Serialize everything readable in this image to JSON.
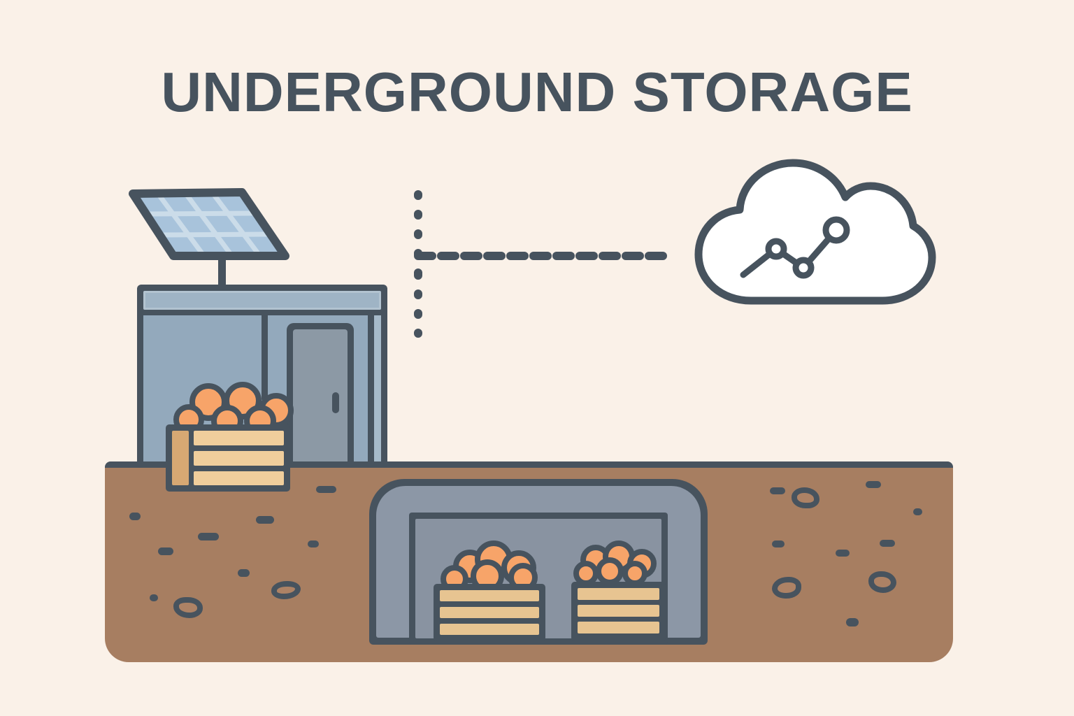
{
  "title": "UNDERGROUND STORAGE",
  "scene": {
    "surface_crates": 1,
    "underground_crates": 2,
    "solar_panels": 1,
    "icons": [
      "solar-panel-icon",
      "cloud-icon",
      "analytics-chart-icon",
      "dotted-connector",
      "door-icon",
      "fruit-crate-icon",
      "orange-fruit-icon",
      "pebble-icon",
      "stone-icon"
    ]
  },
  "palette": {
    "bg": "#FAF1E8",
    "ink": "#47535E",
    "wall": "#93A9BC",
    "wallLight": "#9FB4C5",
    "wallStrip": "#A6BAC9",
    "door": "#8C99A5",
    "panelCell": "#A8C3DB",
    "panelGrid": "#CBDCE9",
    "plank": "#F0CE9C",
    "plankUnder": "#E7C491",
    "plankDark": "#D7A873",
    "orange": "#F7A469",
    "soil": "#A77E61",
    "stoneFill": "#AD8265",
    "bunkerOuter": "#8C97A6",
    "bunkerInner": "#8993A1",
    "cloud": "#FFFFFF"
  }
}
